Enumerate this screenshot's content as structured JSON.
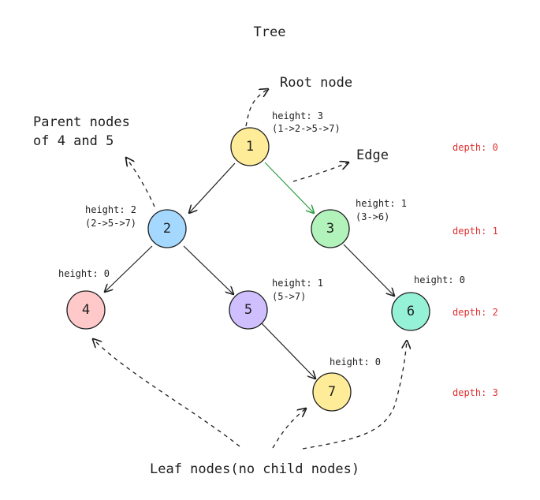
{
  "title": "Tree",
  "labels": {
    "root": "Root node",
    "parent_line1": "Parent nodes",
    "parent_line2": "of 4 and 5",
    "edge": "Edge",
    "leaf": "Leaf nodes(no child nodes)"
  },
  "nodes": [
    {
      "id": "1",
      "color": "#ffec99",
      "height_text": "height: 3",
      "path_text": "(1->2->5->7)"
    },
    {
      "id": "2",
      "color": "#a5d8ff",
      "height_text": "height: 2",
      "path_text": "(2->5->7)"
    },
    {
      "id": "3",
      "color": "#b2f2bb",
      "height_text": "height: 1",
      "path_text": "(3->6)"
    },
    {
      "id": "4",
      "color": "#ffc9c9",
      "height_text": "height: 0",
      "path_text": ""
    },
    {
      "id": "5",
      "color": "#d0bfff",
      "height_text": "height: 1",
      "path_text": "(5->7)"
    },
    {
      "id": "6",
      "color": "#96f2d7",
      "height_text": "height: 0",
      "path_text": ""
    },
    {
      "id": "7",
      "color": "#ffec99",
      "height_text": "height: 0",
      "path_text": ""
    }
  ],
  "depths": [
    "depth: 0",
    "depth: 1",
    "depth: 2",
    "depth: 3"
  ],
  "edges": [
    {
      "from": "1",
      "to": "2",
      "color": "#1e1e1e"
    },
    {
      "from": "1",
      "to": "3",
      "color": "#2f9e44"
    },
    {
      "from": "2",
      "to": "4",
      "color": "#1e1e1e"
    },
    {
      "from": "2",
      "to": "5",
      "color": "#1e1e1e"
    },
    {
      "from": "3",
      "to": "6",
      "color": "#1e1e1e"
    },
    {
      "from": "5",
      "to": "7",
      "color": "#1e1e1e"
    }
  ],
  "colors": {
    "depth_text": "#e03131",
    "green_edge": "#2f9e44",
    "ink": "#1e1e1e"
  }
}
